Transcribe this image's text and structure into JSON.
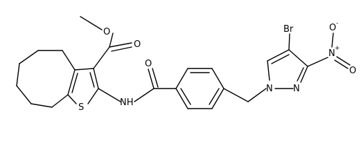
{
  "molecule": {
    "atoms": {
      "o_ester_methyl": "O",
      "o_ester_carbonyl": "O",
      "o_amide": "O",
      "br": "Br",
      "n_nitro": "N",
      "o_nitro_top": "O",
      "o_nitro_right": "O",
      "charge_plus": "+",
      "charge_minus": "-",
      "nh": "NH",
      "s": "S",
      "n1_pyrazole": "N",
      "n2_pyrazole": "N"
    }
  }
}
